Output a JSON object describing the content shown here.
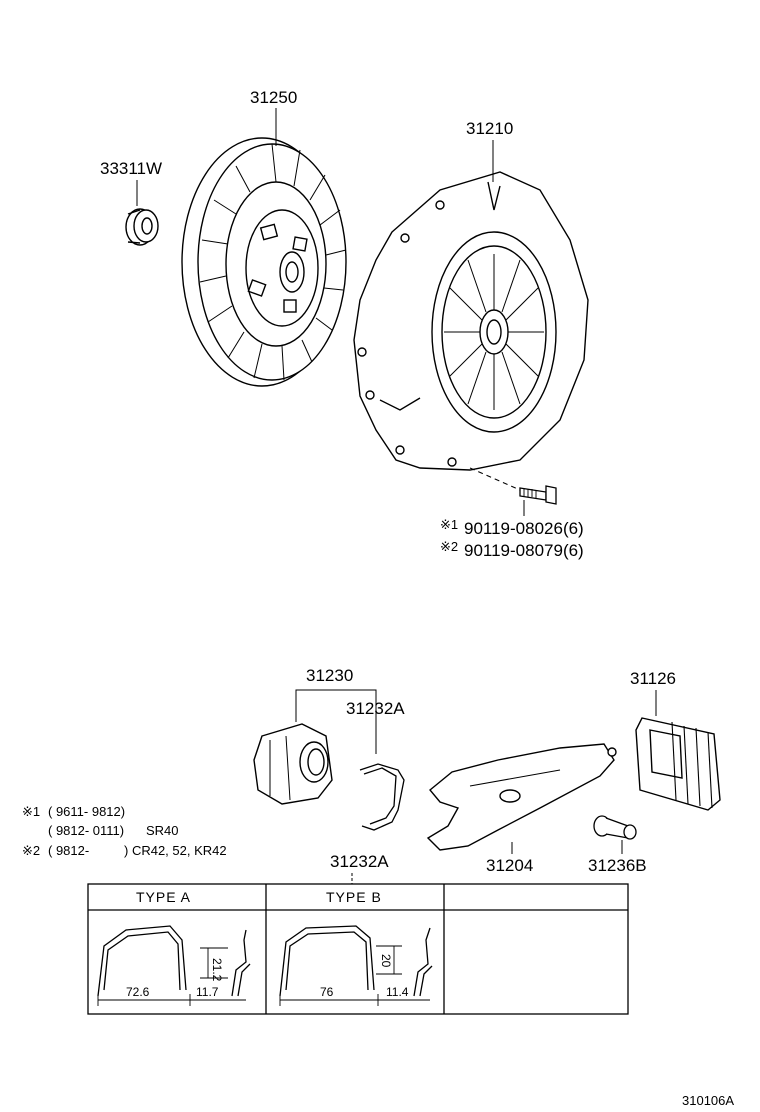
{
  "parts": {
    "p31250": "31250",
    "p33311W": "33311W",
    "p31210": "31210",
    "p31230": "31230",
    "p31232A_top": "31232A",
    "p31126": "31126",
    "p31204": "31204",
    "p31236B": "31236B",
    "p31232A_table": "31232A"
  },
  "bolts": {
    "b1_mark": "※1",
    "b1_part": "90119-08026(6)",
    "b2_mark": "※2",
    "b2_part": "90119-08079(6)"
  },
  "notes": {
    "n1_mark": "※1",
    "n1_range": "( 9611- 9812)",
    "n1b_range": "( 9812- 0111)",
    "n1b_model": "SR40",
    "n2_mark": "※2",
    "n2_range": "( 9812-",
    "n2_model": ")  CR42, 52, KR42"
  },
  "table": {
    "type_a": "TYPE  A",
    "type_b": "TYPE  B",
    "a_width": "72.6",
    "a_height": "21.2",
    "a_depth": "11.7",
    "b_width": "76",
    "b_height": "20",
    "b_depth": "11.4"
  },
  "footer": {
    "code": "310106A"
  }
}
